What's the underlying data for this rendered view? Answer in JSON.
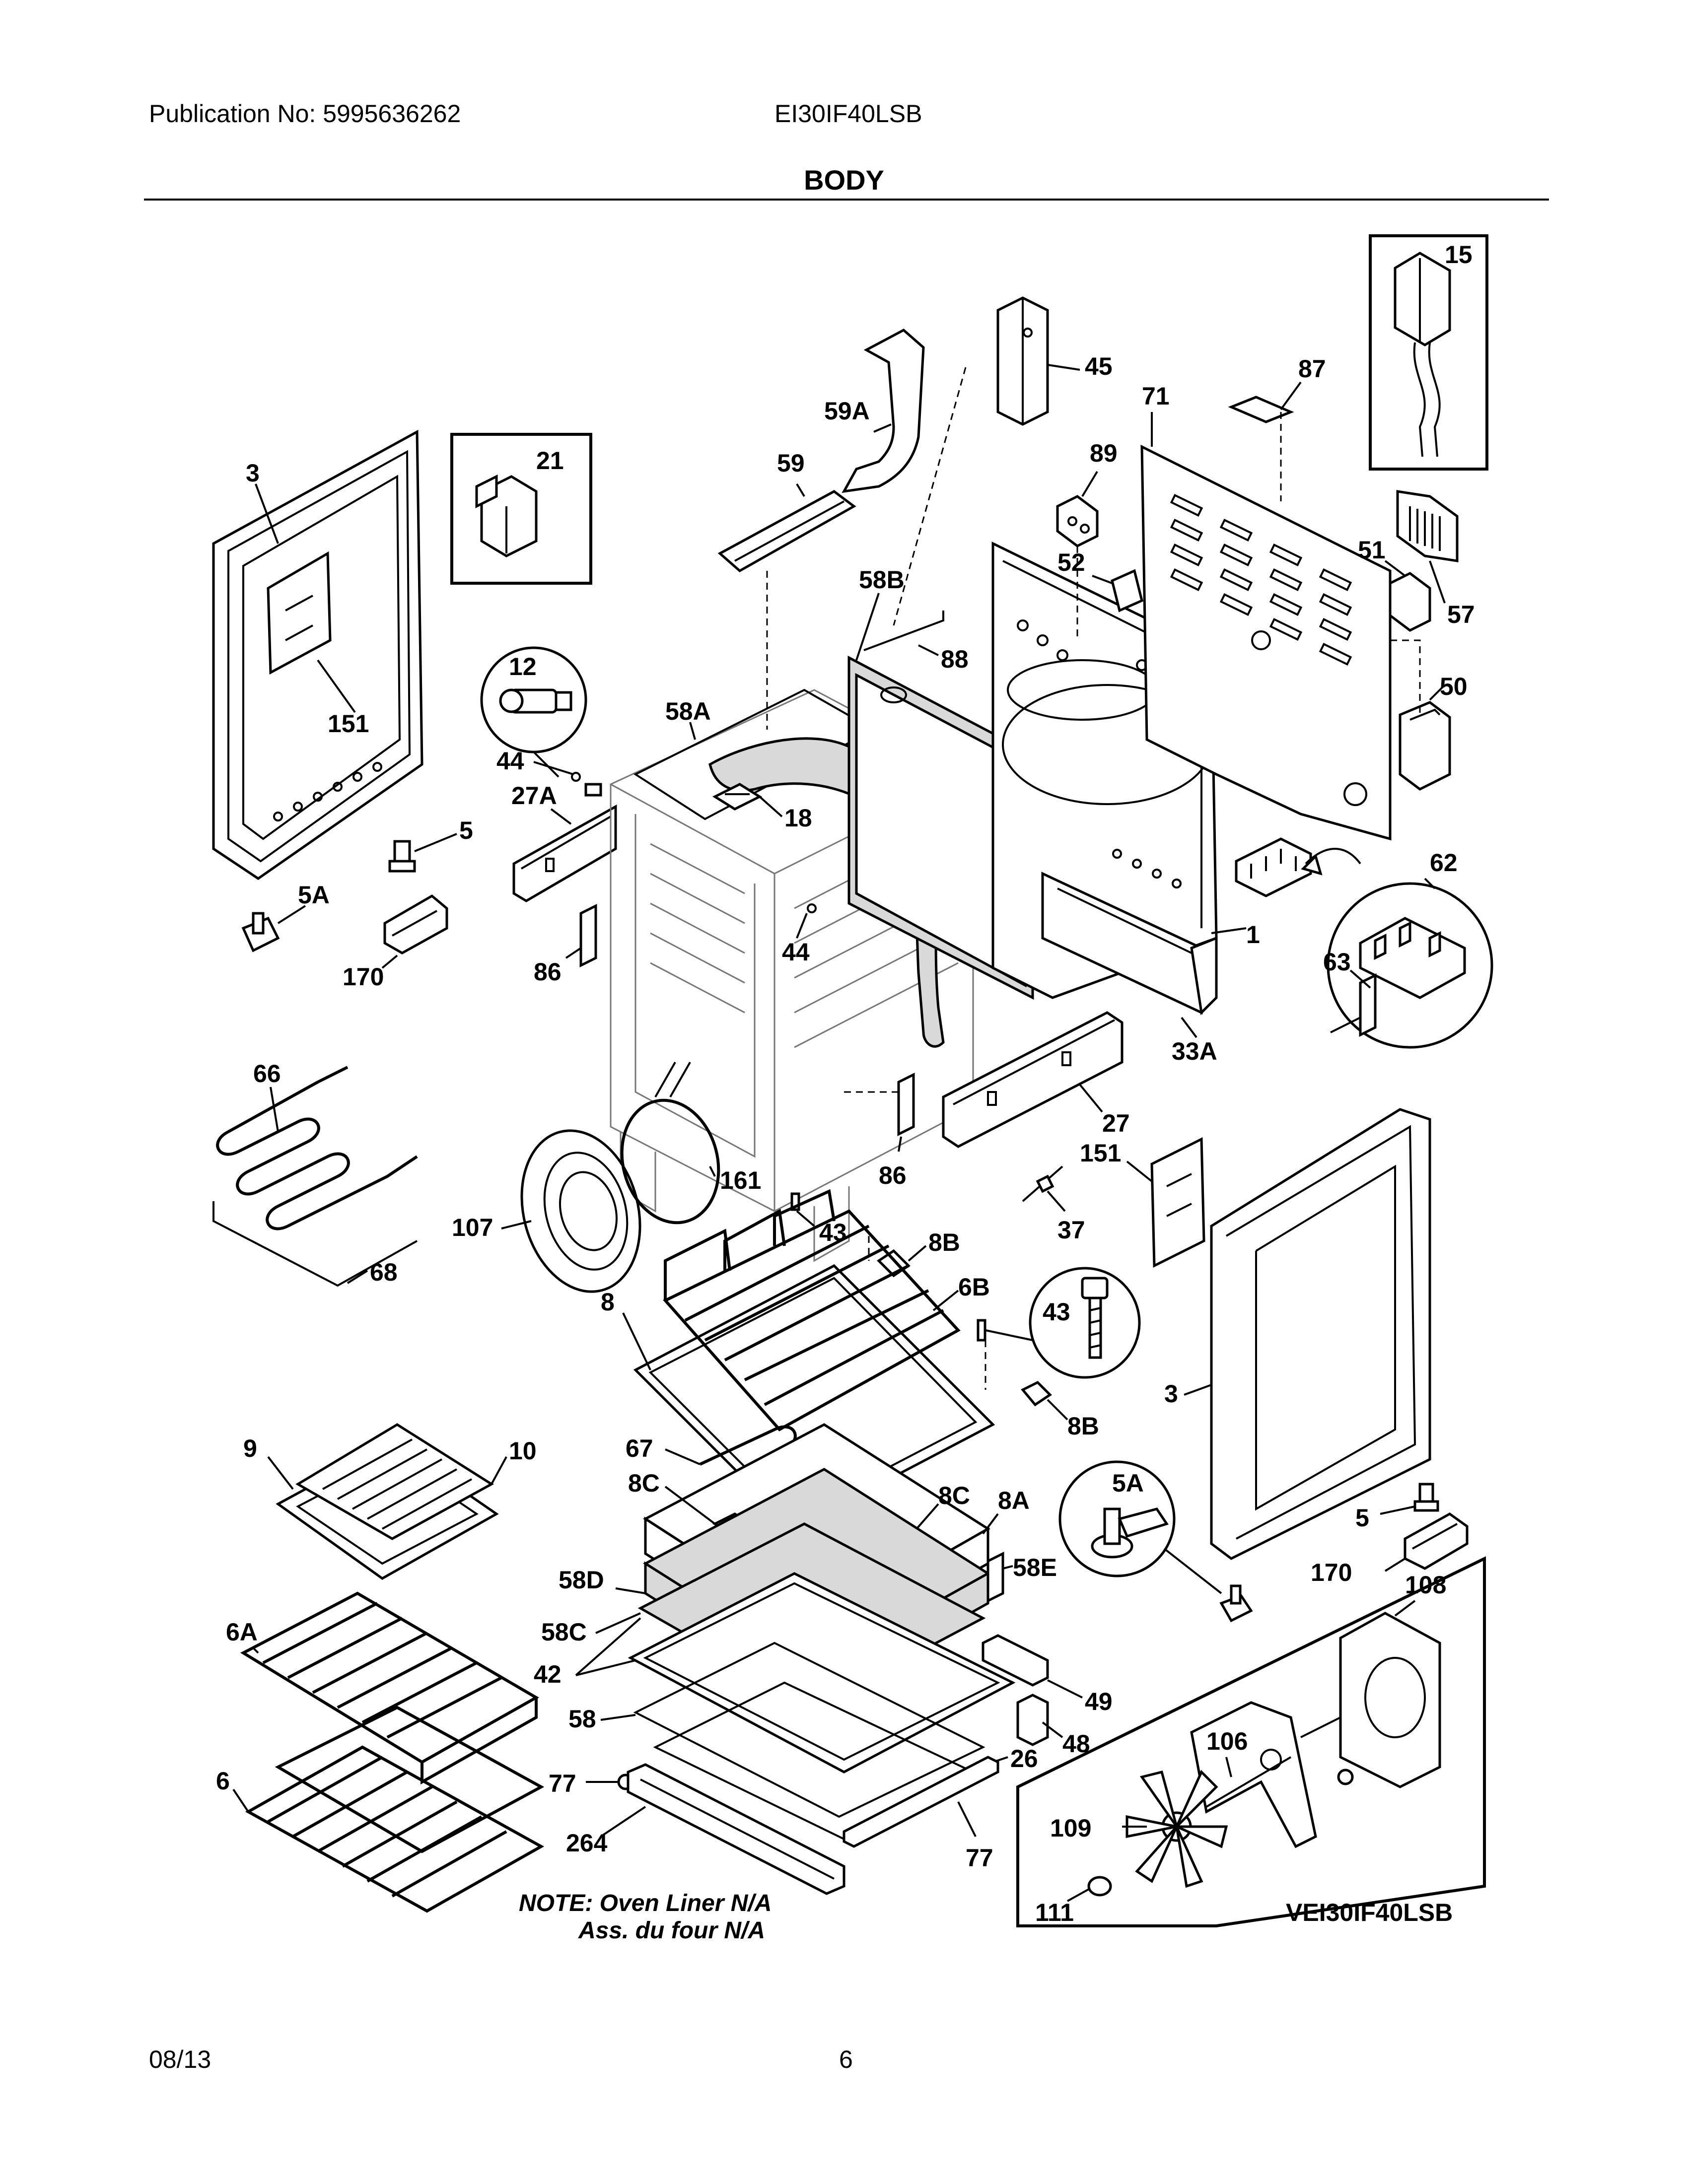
{
  "header": {
    "publication": "Publication No: 5995636262",
    "model": "EI30IF40LSB",
    "title": "BODY"
  },
  "footer": {
    "date": "08/13",
    "page_number": "6"
  },
  "callouts": {
    "c3_left": "3",
    "c21": "21",
    "c151_left": "151",
    "c12": "12",
    "c44_upper": "44",
    "c27A": "27A",
    "c5_left": "5",
    "c5A_left": "5A",
    "c170_left": "170",
    "c86_left": "86",
    "c59": "59",
    "c59A": "59A",
    "c45": "45",
    "c58B": "58B",
    "c58A": "58A",
    "c88": "88",
    "c18": "18",
    "c44_lower": "44",
    "c71": "71",
    "c87": "87",
    "c15": "15",
    "c89": "89",
    "c52": "52",
    "c51": "51",
    "c57": "57",
    "c50": "50",
    "c62": "62",
    "c63": "63",
    "c1": "1",
    "c33A": "33A",
    "c27": "27",
    "c86_right": "86",
    "c66": "66",
    "c68": "68",
    "c107": "107",
    "c161": "161",
    "c43_small": "43",
    "c8B_upper": "8B",
    "c37": "37",
    "c151_right": "151",
    "c8": "8",
    "c6B": "6B",
    "c43_detail": "43",
    "c8B_lower": "8B",
    "c3_right": "3",
    "c9": "9",
    "c10": "10",
    "c67": "67",
    "c8C_left": "8C",
    "c8C_right": "8C",
    "c8A": "8A",
    "c5A_detail": "5A",
    "c5_right": "5",
    "c58D": "58D",
    "c58E": "58E",
    "c170_right": "170",
    "c58C": "58C",
    "c6A": "6A",
    "c42": "42",
    "c58": "58",
    "c49": "49",
    "c48": "48",
    "c26": "26",
    "c77_left": "77",
    "c6": "6",
    "c264": "264",
    "c77_right": "77",
    "c108": "108",
    "c106": "106",
    "c109": "109",
    "c111": "111"
  },
  "note": {
    "line1": "NOTE: Oven Liner N/A",
    "line2": "Ass. du four N/A"
  },
  "inset_model": "VEI30IF40LSB"
}
